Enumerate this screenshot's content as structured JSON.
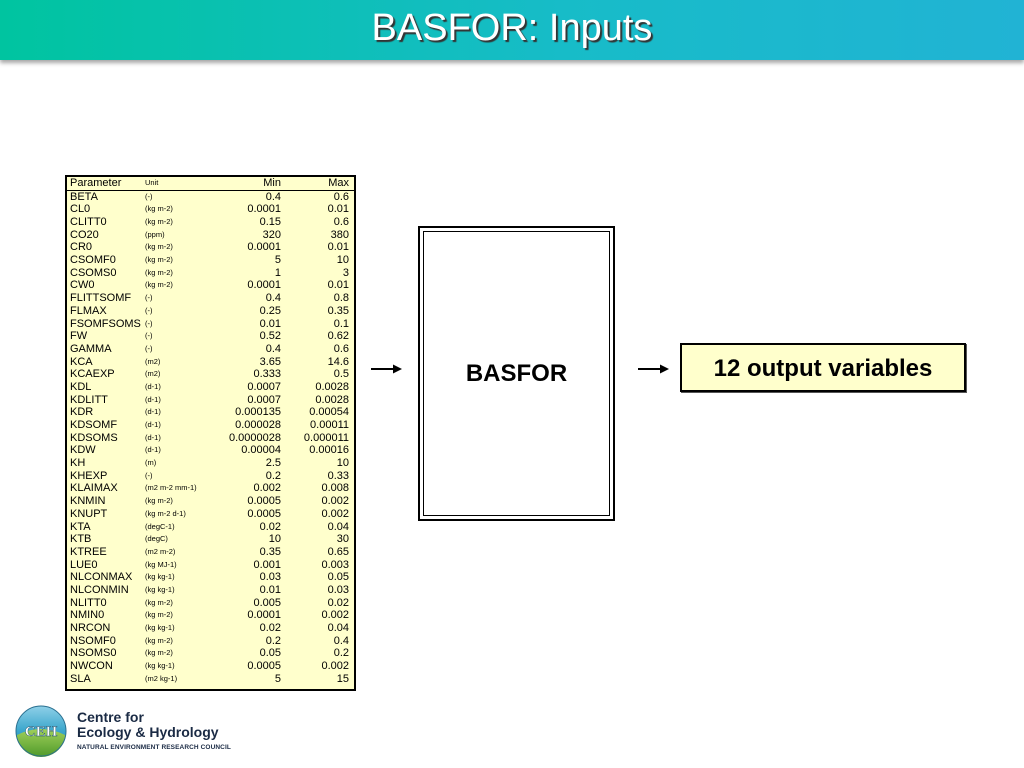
{
  "slide": {
    "title": "BASFOR: Inputs"
  },
  "param_table": {
    "headers": {
      "parameter": "Parameter",
      "unit": "Unit",
      "min": "Min",
      "max": "Max"
    },
    "rows": [
      {
        "name": "BETA",
        "unit": "(-)",
        "min": "0.4",
        "max": "0.6"
      },
      {
        "name": "CL0",
        "unit": "(kg m-2)",
        "min": "0.0001",
        "max": "0.01"
      },
      {
        "name": "CLITT0",
        "unit": "(kg m-2)",
        "min": "0.15",
        "max": "0.6"
      },
      {
        "name": "CO20",
        "unit": "(ppm)",
        "min": "320",
        "max": "380"
      },
      {
        "name": "CR0",
        "unit": "(kg m-2)",
        "min": "0.0001",
        "max": "0.01"
      },
      {
        "name": "CSOMF0",
        "unit": "(kg m-2)",
        "min": "5",
        "max": "10"
      },
      {
        "name": "CSOMS0",
        "unit": "(kg m-2)",
        "min": "1",
        "max": "3"
      },
      {
        "name": "CW0",
        "unit": "(kg m-2)",
        "min": "0.0001",
        "max": "0.01"
      },
      {
        "name": "FLITTSOMF",
        "unit": "(-)",
        "min": "0.4",
        "max": "0.8"
      },
      {
        "name": "FLMAX",
        "unit": "(-)",
        "min": "0.25",
        "max": "0.35"
      },
      {
        "name": "FSOMFSOMS",
        "unit": "(-)",
        "min": "0.01",
        "max": "0.1"
      },
      {
        "name": "FW",
        "unit": "(-)",
        "min": "0.52",
        "max": "0.62"
      },
      {
        "name": "GAMMA",
        "unit": "(-)",
        "min": "0.4",
        "max": "0.6"
      },
      {
        "name": "KCA",
        "unit": "(m2)",
        "min": "3.65",
        "max": "14.6"
      },
      {
        "name": "KCAEXP",
        "unit": "(m2)",
        "min": "0.333",
        "max": "0.5"
      },
      {
        "name": "KDL",
        "unit": "(d-1)",
        "min": "0.0007",
        "max": "0.0028"
      },
      {
        "name": "KDLITT",
        "unit": "(d-1)",
        "min": "0.0007",
        "max": "0.0028"
      },
      {
        "name": "KDR",
        "unit": "(d-1)",
        "min": "0.000135",
        "max": "0.00054"
      },
      {
        "name": "KDSOMF",
        "unit": "(d-1)",
        "min": "0.000028",
        "max": "0.00011"
      },
      {
        "name": "KDSOMS",
        "unit": "(d-1)",
        "min": "0.0000028",
        "max": "0.000011"
      },
      {
        "name": "KDW",
        "unit": "(d-1)",
        "min": "0.00004",
        "max": "0.00016"
      },
      {
        "name": "KH",
        "unit": "(m)",
        "min": "2.5",
        "max": "10"
      },
      {
        "name": "KHEXP",
        "unit": "(-)",
        "min": "0.2",
        "max": "0.33"
      },
      {
        "name": "KLAIMAX",
        "unit": "(m2 m-2 mm-1)",
        "min": "0.002",
        "max": "0.008"
      },
      {
        "name": "KNMIN",
        "unit": "(kg m-2)",
        "min": "0.0005",
        "max": "0.002"
      },
      {
        "name": "KNUPT",
        "unit": "(kg m-2 d-1)",
        "min": "0.0005",
        "max": "0.002"
      },
      {
        "name": "KTA",
        "unit": "(degC-1)",
        "min": "0.02",
        "max": "0.04"
      },
      {
        "name": "KTB",
        "unit": "(degC)",
        "min": "10",
        "max": "30"
      },
      {
        "name": "KTREE",
        "unit": "(m2 m-2)",
        "min": "0.35",
        "max": "0.65"
      },
      {
        "name": "LUE0",
        "unit": "(kg MJ-1)",
        "min": "0.001",
        "max": "0.003"
      },
      {
        "name": "NLCONMAX",
        "unit": "(kg kg-1)",
        "min": "0.03",
        "max": "0.05"
      },
      {
        "name": "NLCONMIN",
        "unit": "(kg kg-1)",
        "min": "0.01",
        "max": "0.03"
      },
      {
        "name": "NLITT0",
        "unit": "(kg m-2)",
        "min": "0.005",
        "max": "0.02"
      },
      {
        "name": "NMIN0",
        "unit": "(kg m-2)",
        "min": "0.0001",
        "max": "0.002"
      },
      {
        "name": "NRCON",
        "unit": "(kg kg-1)",
        "min": "0.02",
        "max": "0.04"
      },
      {
        "name": "NSOMF0",
        "unit": "(kg m-2)",
        "min": "0.2",
        "max": "0.4"
      },
      {
        "name": "NSOMS0",
        "unit": "(kg m-2)",
        "min": "0.05",
        "max": "0.2"
      },
      {
        "name": "NWCON",
        "unit": "(kg kg-1)",
        "min": "0.0005",
        "max": "0.002"
      },
      {
        "name": "SLA",
        "unit": "(m2 kg-1)",
        "min": "5",
        "max": "15"
      }
    ]
  },
  "model_box": {
    "label": "BASFOR"
  },
  "output_box": {
    "label": "12 output variables"
  },
  "logo": {
    "emblem_text": "CEH",
    "line1": "Centre for",
    "line2": "Ecology & Hydrology",
    "subline": "NATURAL ENVIRONMENT RESEARCH COUNCIL"
  },
  "colors": {
    "title_gradient_start": "#00c4a0",
    "title_gradient_end": "#21b3d4",
    "table_background": "#ffffcc",
    "output_box_background": "#ffffcc"
  }
}
